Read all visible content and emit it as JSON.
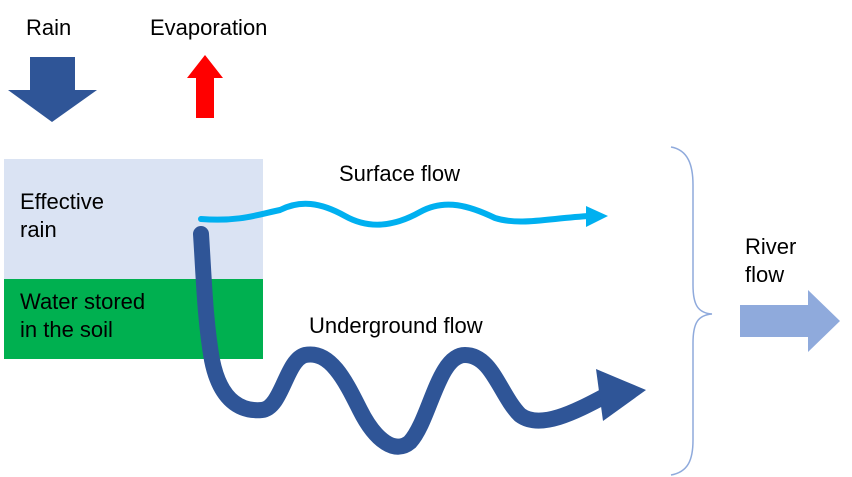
{
  "labels": {
    "rain": "Rain",
    "evaporation": "Evaporation",
    "effective_rain": "Effective\nrain",
    "soil_water": "Water stored\nin the soil",
    "surface_flow": "Surface flow",
    "underground_flow": "Underground flow",
    "river_flow": "River\nflow"
  },
  "colors": {
    "rain_arrow": "#2F5597",
    "evaporation_arrow": "#FF0000",
    "effective_rain_box": "#DAE3F3",
    "soil_box": "#00B050",
    "surface_flow": "#00B0F0",
    "underground_flow": "#2F5597",
    "brace": "#8FAADC",
    "river_arrow": "#8FAADC"
  }
}
